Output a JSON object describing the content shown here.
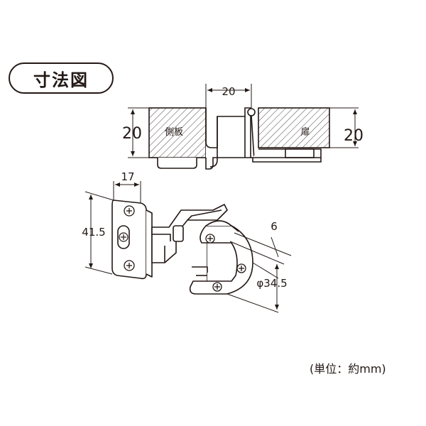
{
  "title": "寸法図",
  "section": {
    "gap_dim": "20",
    "left_thickness": "20",
    "right_thickness": "20",
    "left_panel_label": "側板",
    "right_panel_label": "扉"
  },
  "hinge": {
    "width_dim": "17",
    "height_dim": "41.5",
    "thickness_dim": "6",
    "diameter_dim": "φ34.5"
  },
  "unit_note": "(単位：約mm)",
  "colors": {
    "line": "#231815",
    "hatch": "#444444",
    "fill": "#ffffff"
  }
}
